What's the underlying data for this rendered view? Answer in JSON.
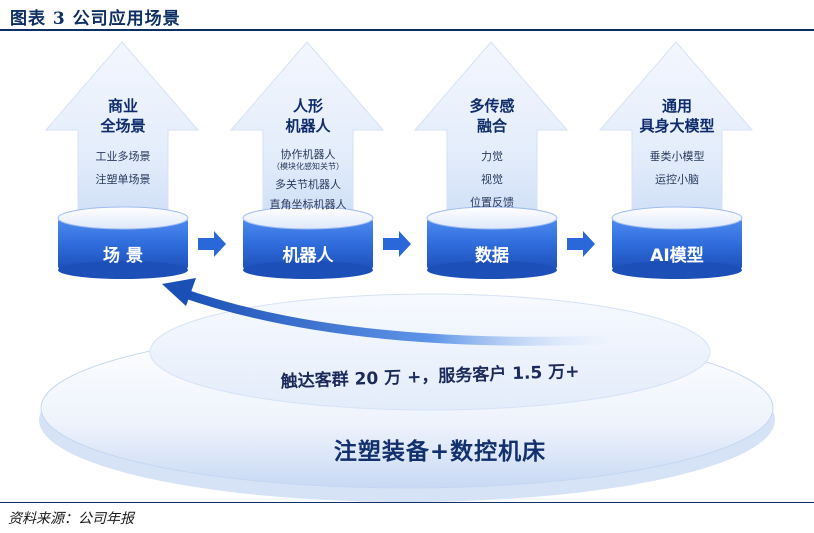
{
  "figure": {
    "title": "图表 3   公司应用场景",
    "source": "资料来源：公司年报"
  },
  "columns": [
    {
      "title_line1": "商业",
      "title_line2": "全场景",
      "items": [
        "工业多场景",
        "注塑单场景"
      ],
      "label": "场 景"
    },
    {
      "title_line1": "人形",
      "title_line2": "机器人",
      "items": [
        "协作机器人",
        "多关节机器人",
        "直角坐标机器人"
      ],
      "subnote": "（模块化感知关节）",
      "label": "机器人"
    },
    {
      "title_line1": "多传感",
      "title_line2": "融合",
      "items": [
        "力觉",
        "视觉",
        "位置反馈"
      ],
      "label": "数据"
    },
    {
      "title_line1": "通用",
      "title_line2": "具身大模型",
      "items": [
        "垂类小模型",
        "运控小脑"
      ],
      "label": "AI模型"
    }
  ],
  "platform": {
    "stat": "触达客群 20 万 +，服务客户 1.5 万+",
    "base": "注塑装备+数控机床"
  },
  "colors": {
    "navy": "#0d2f63",
    "pill_blue": "#2a67d8",
    "arrow_light": "#e8f0fc"
  }
}
